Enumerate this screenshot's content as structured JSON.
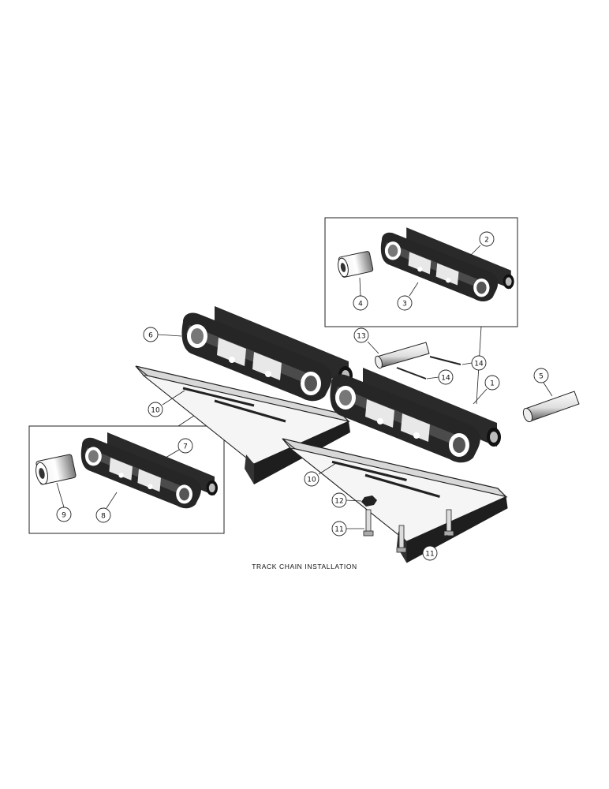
{
  "caption": "TRACK CHAIN INSTALLATION",
  "callouts": [
    {
      "id": "c1",
      "label": "1"
    },
    {
      "id": "c2",
      "label": "2"
    },
    {
      "id": "c3",
      "label": "3"
    },
    {
      "id": "c4",
      "label": "4"
    },
    {
      "id": "c5",
      "label": "5"
    },
    {
      "id": "c6",
      "label": "6"
    },
    {
      "id": "c7",
      "label": "7"
    },
    {
      "id": "c8",
      "label": "8"
    },
    {
      "id": "c9",
      "label": "9"
    },
    {
      "id": "c10a",
      "label": "10"
    },
    {
      "id": "c10b",
      "label": "10"
    },
    {
      "id": "c11a",
      "label": "11"
    },
    {
      "id": "c11b",
      "label": "11"
    },
    {
      "id": "c12",
      "label": "12"
    },
    {
      "id": "c13",
      "label": "13"
    },
    {
      "id": "c14a",
      "label": "14"
    },
    {
      "id": "c14b",
      "label": "14"
    }
  ]
}
